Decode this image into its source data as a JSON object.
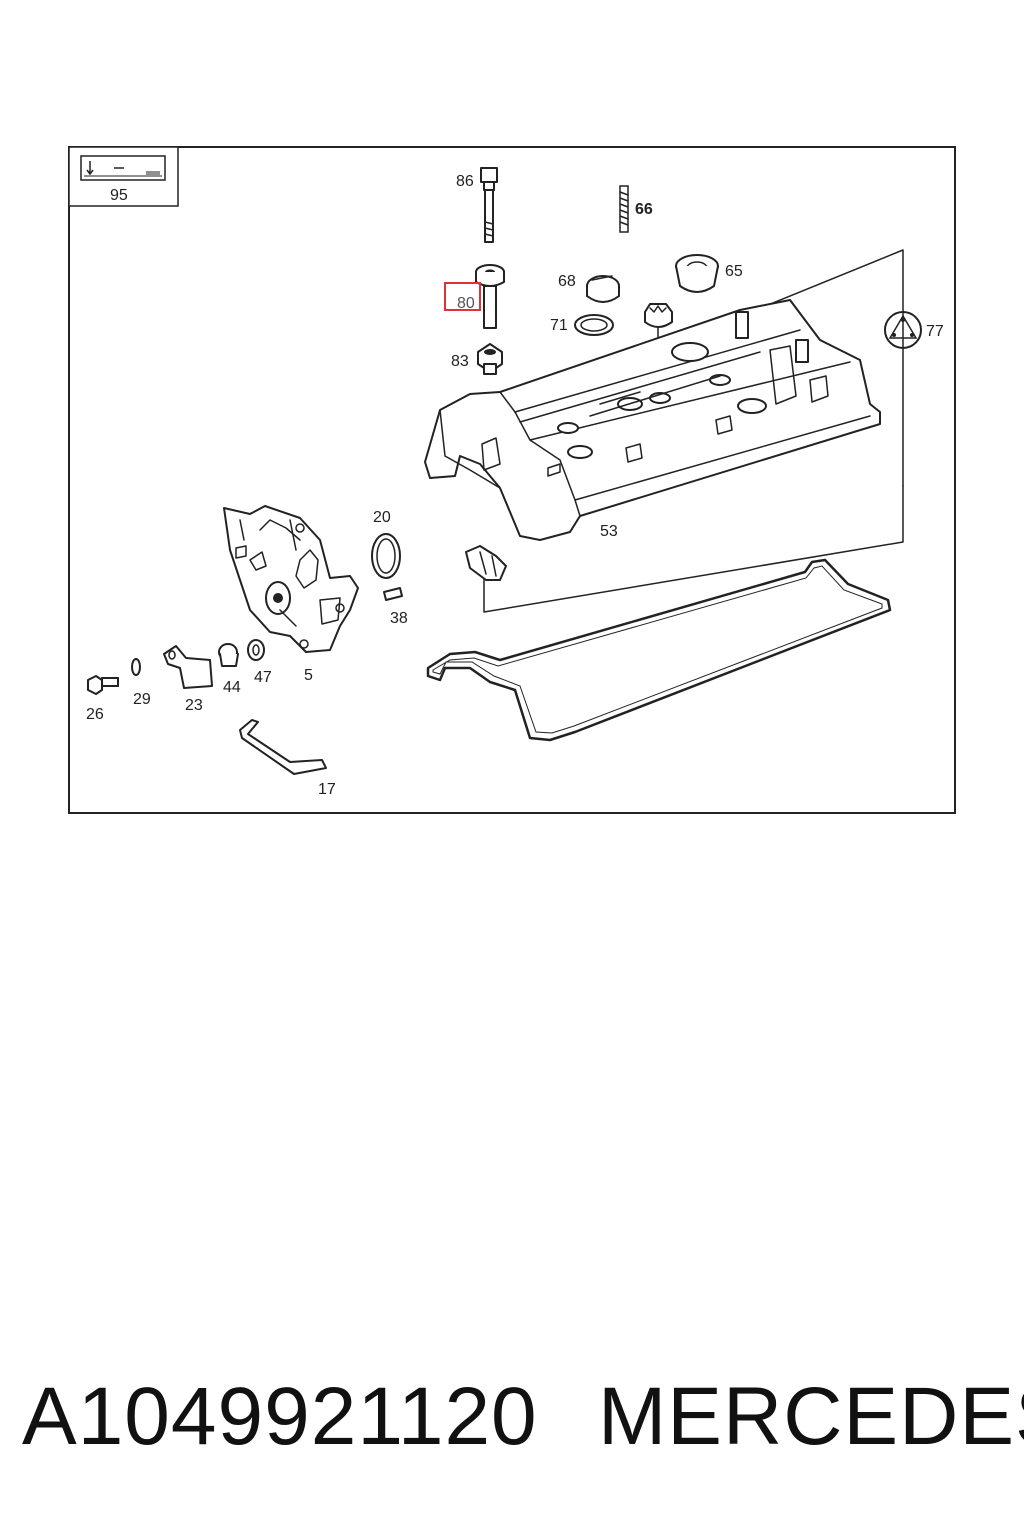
{
  "diagram": {
    "callouts": {
      "c95": "95",
      "c86": "86",
      "c66": "66",
      "c68": "68",
      "c65": "65",
      "c80": "80",
      "c71": "71",
      "c77": "77",
      "c83": "83",
      "c53": "53",
      "c20": "20",
      "c38": "38",
      "c5": "5",
      "c47": "47",
      "c44": "44",
      "c23": "23",
      "c29": "29",
      "c26": "26",
      "c17": "17"
    },
    "highlighted_callout": "80",
    "highlight_color": "#e0303a"
  },
  "footer": {
    "part_number": "A1049921120",
    "brand": "MERCEDES"
  }
}
